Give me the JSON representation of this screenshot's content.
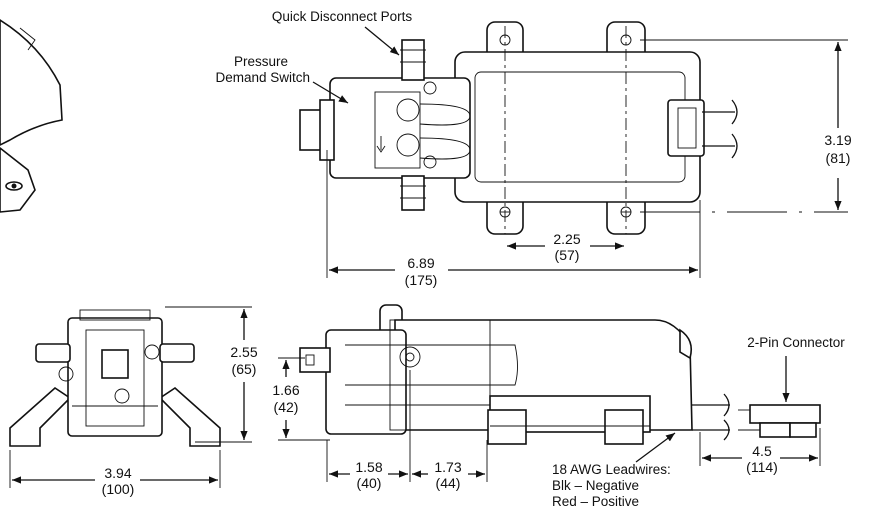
{
  "callouts": {
    "quick_disconnect": "Quick Disconnect Ports",
    "pressure_1": "Pressure",
    "pressure_2": "Demand Switch",
    "connector": "2-Pin Connector",
    "leadwires_1": "18 AWG Leadwires:",
    "leadwires_2": "Blk – Negative",
    "leadwires_3": "Red – Positive"
  },
  "dimensions": {
    "width_total": {
      "in": "6.89",
      "mm": "(175)"
    },
    "mount_spacing": {
      "in": "2.25",
      "mm": "(57)"
    },
    "mount_height": {
      "in": "3.19",
      "mm": "(81)"
    },
    "end_height": {
      "in": "2.55",
      "mm": "(65)"
    },
    "port_height": {
      "in": "1.66",
      "mm": "(42)"
    },
    "base_width": {
      "in": "3.94",
      "mm": "(100)"
    },
    "port_to_mount": {
      "in": "1.58",
      "mm": "(40)"
    },
    "mount_to_body": {
      "in": "1.73",
      "mm": "(44)"
    },
    "connector_len": {
      "in": "4.5",
      "mm": "(114)"
    }
  }
}
